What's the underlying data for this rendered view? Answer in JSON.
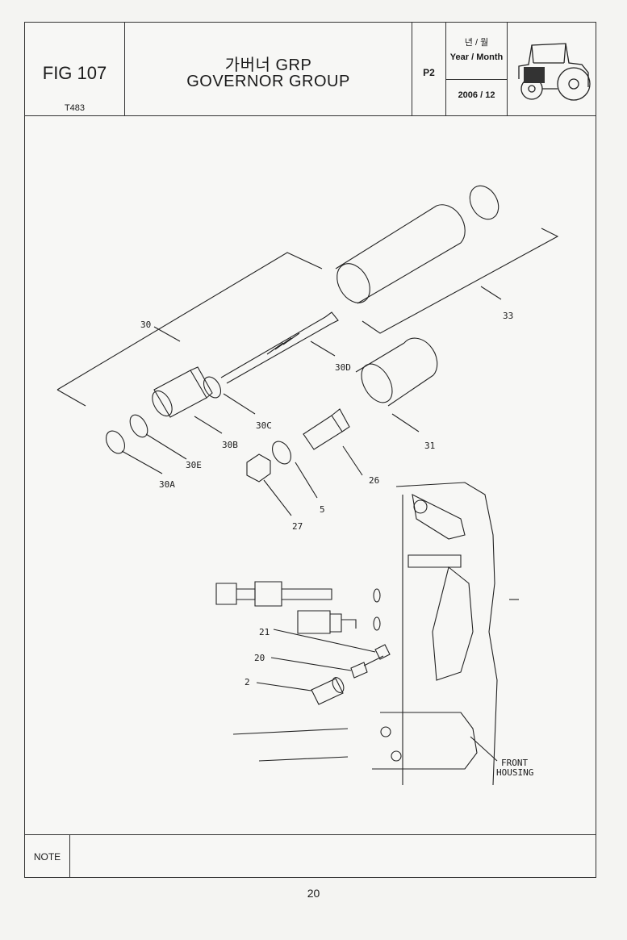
{
  "header": {
    "fig_number": "FIG 107",
    "fig_code": "T483",
    "title_korean": "가버너 GRP",
    "title_english": "GOVERNOR GROUP",
    "page_code": "P2",
    "year_month_korean": "년 / 월",
    "year_month_english": "Year / Month",
    "date": "2006 / 12"
  },
  "callouts": {
    "c30": "30",
    "c30D": "30D",
    "c30C": "30C",
    "c30B": "30B",
    "c30E": "30E",
    "c30A": "30A",
    "c33": "33",
    "c31": "31",
    "c26": "26",
    "c5": "5",
    "c27": "27",
    "c21": "21",
    "c20": "20",
    "c2": "2",
    "front_housing_1": "FRONT",
    "front_housing_2": "HOUSING"
  },
  "note_label": "NOTE",
  "page_number": "20"
}
